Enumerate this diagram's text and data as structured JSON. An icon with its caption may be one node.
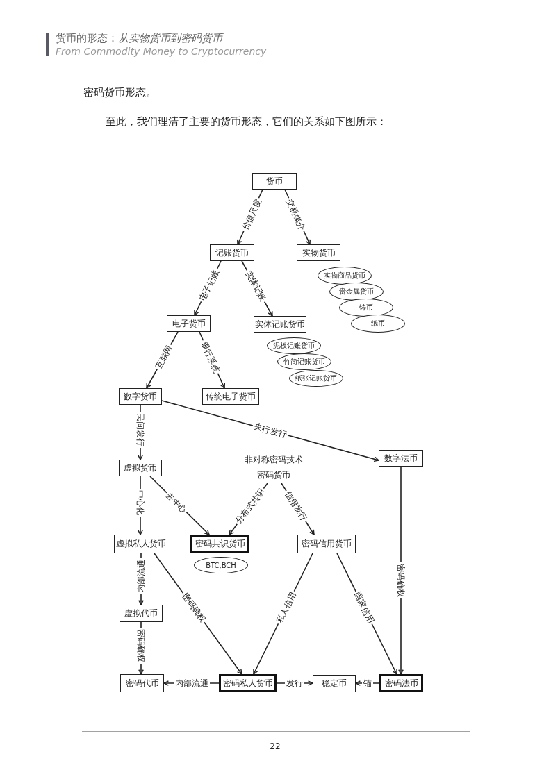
{
  "diagram": {
    "nodes": [
      {
        "text": [
          "货币"
        ]
      },
      {
        "text": [
          "记账货币"
        ]
      },
      {
        "text": [
          "实物货币"
        ]
      },
      {
        "text": [
          "实物商品货币"
        ]
      },
      {
        "text": [
          "贵金属货币"
        ]
      },
      {
        "text": [
          "铸币"
        ]
      },
      {
        "text": [
          "纸币"
        ]
      },
      {
        "text": [
          "电子货币"
        ]
      },
      {
        "text": [
          "实体记账货币"
        ]
      },
      {
        "text": [
          "泥板记账货币"
        ]
      },
      {
        "text": [
          "竹简记账货币"
        ]
      },
      {
        "text": [
          "纸张记账货币"
        ]
      },
      {
        "text": [
          "数字货币"
        ]
      },
      {
        "text": [
          "传统电子货币"
        ]
      },
      {
        "text": [
          "数字法币"
        ]
      },
      {
        "text": [
          "虚拟货币"
        ]
      },
      {
        "text": [
          "密码货币"
        ],
        "beside": [
          "非对称密码技术"
        ]
      },
      {
        "text": [
          "虚拟私人货币"
        ]
      },
      {
        "text": [
          "密码共识货币"
        ]
      },
      {
        "text": [
          "BTC,BCH"
        ]
      },
      {
        "text": [
          "密码信用货币"
        ]
      },
      {
        "text": [
          "虚拟代币"
        ]
      },
      {
        "text": [
          "密码代币"
        ]
      },
      {
        "text": [
          "密码私人货币"
        ]
      },
      {
        "text": [
          "稳定币"
        ]
      },
      {
        "text": [
          "密码法币"
        ]
      }
    ],
    "edges": [
      {
        "from": 0,
        "to": 1,
        "arrow": "to",
        "label": "价值尺度"
      },
      {
        "from": 0,
        "to": 2,
        "arrow": "to",
        "label": "交易媒介"
      },
      {
        "from": 1,
        "to": 7,
        "arrow": "to",
        "label": "电子记账"
      },
      {
        "from": 1,
        "to": 8,
        "arrow": "to",
        "label": "实体记账"
      },
      {
        "from": 7,
        "to": 12,
        "arrow": "to",
        "label": "互联网"
      },
      {
        "from": 7,
        "to": 13,
        "arrow": "to",
        "label": "银行系统"
      },
      {
        "from": 12,
        "to": 15,
        "arrow": "to",
        "label": "民间发行"
      },
      {
        "from": 12,
        "to": 14,
        "arrow": "to",
        "label": "央行发行"
      },
      {
        "from": 15,
        "to": 17,
        "arrow": "to",
        "label": "中心化"
      },
      {
        "from": 15,
        "to": 18,
        "arrow": "to",
        "label": "去中心"
      },
      {
        "from": 16,
        "to": 18,
        "arrow": "to",
        "label": "分布式共识"
      },
      {
        "from": 16,
        "to": 20,
        "arrow": "to",
        "label": "信用发行"
      },
      {
        "from": 17,
        "to": 21,
        "arrow": "to",
        "label": "内部流通"
      },
      {
        "from": 17,
        "to": 23,
        "arrow": "to",
        "label": "密码确权"
      },
      {
        "from": 21,
        "to": 22,
        "arrow": "to",
        "label": "密码确权"
      },
      {
        "from": 20,
        "to": 23,
        "arrow": "to",
        "label": "私人信用"
      },
      {
        "from": 20,
        "to": 25,
        "arrow": "to",
        "label": "国家信用"
      },
      {
        "from": 14,
        "to": 25,
        "arrow": "to",
        "label": "密码确权"
      },
      {
        "from": 23,
        "to": 22,
        "arrow": "to",
        "label": "内部流通"
      },
      {
        "from": 23,
        "to": 24,
        "arrow": "to",
        "label": "发行"
      },
      {
        "from": 25,
        "to": 24,
        "arrow": "to",
        "label": "锚"
      }
    ],
    "labels": [
      "货币的形态：*从实物货币到密码货币*",
      "From Commodity Money to Cryptocurrency",
      "密码货币形态。",
      "至此，我们理清了主要的货币形态，它们的关系如下图所示：",
      "22"
    ]
  }
}
